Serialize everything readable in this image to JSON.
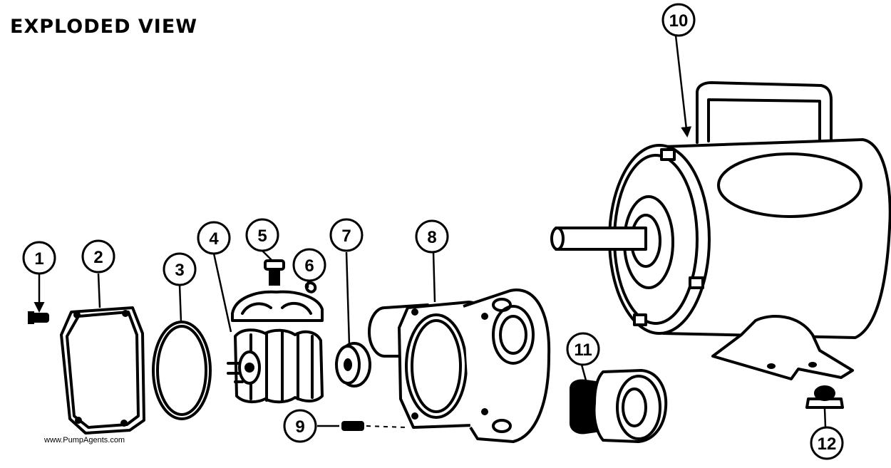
{
  "diagram": {
    "title": "EXPLODED VIEW",
    "credit": "www.PumpAgents.com",
    "callouts": [
      "1",
      "2",
      "3",
      "4",
      "5",
      "6",
      "7",
      "8",
      "9",
      "10",
      "11",
      "12"
    ]
  }
}
